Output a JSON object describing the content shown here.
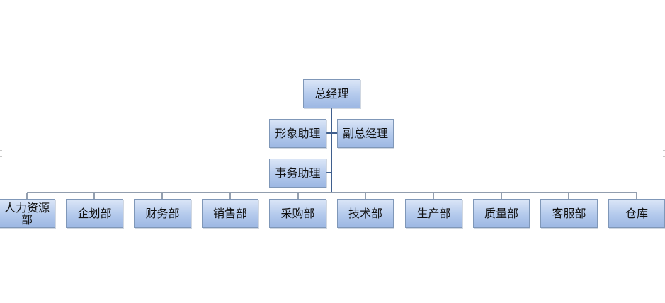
{
  "chart": {
    "root": "总经理",
    "assistants": [
      "形象助理",
      "副总经理",
      "事务助理"
    ],
    "departments": [
      "人力资源部",
      "企划部",
      "财务部",
      "销售部",
      "采购部",
      "技术部",
      "生产部",
      "质量部",
      "客服部",
      "仓库"
    ]
  },
  "colors": {
    "line": "#3f5f8e",
    "branch": "#6f7f94",
    "node_border": "#7f97b8"
  }
}
